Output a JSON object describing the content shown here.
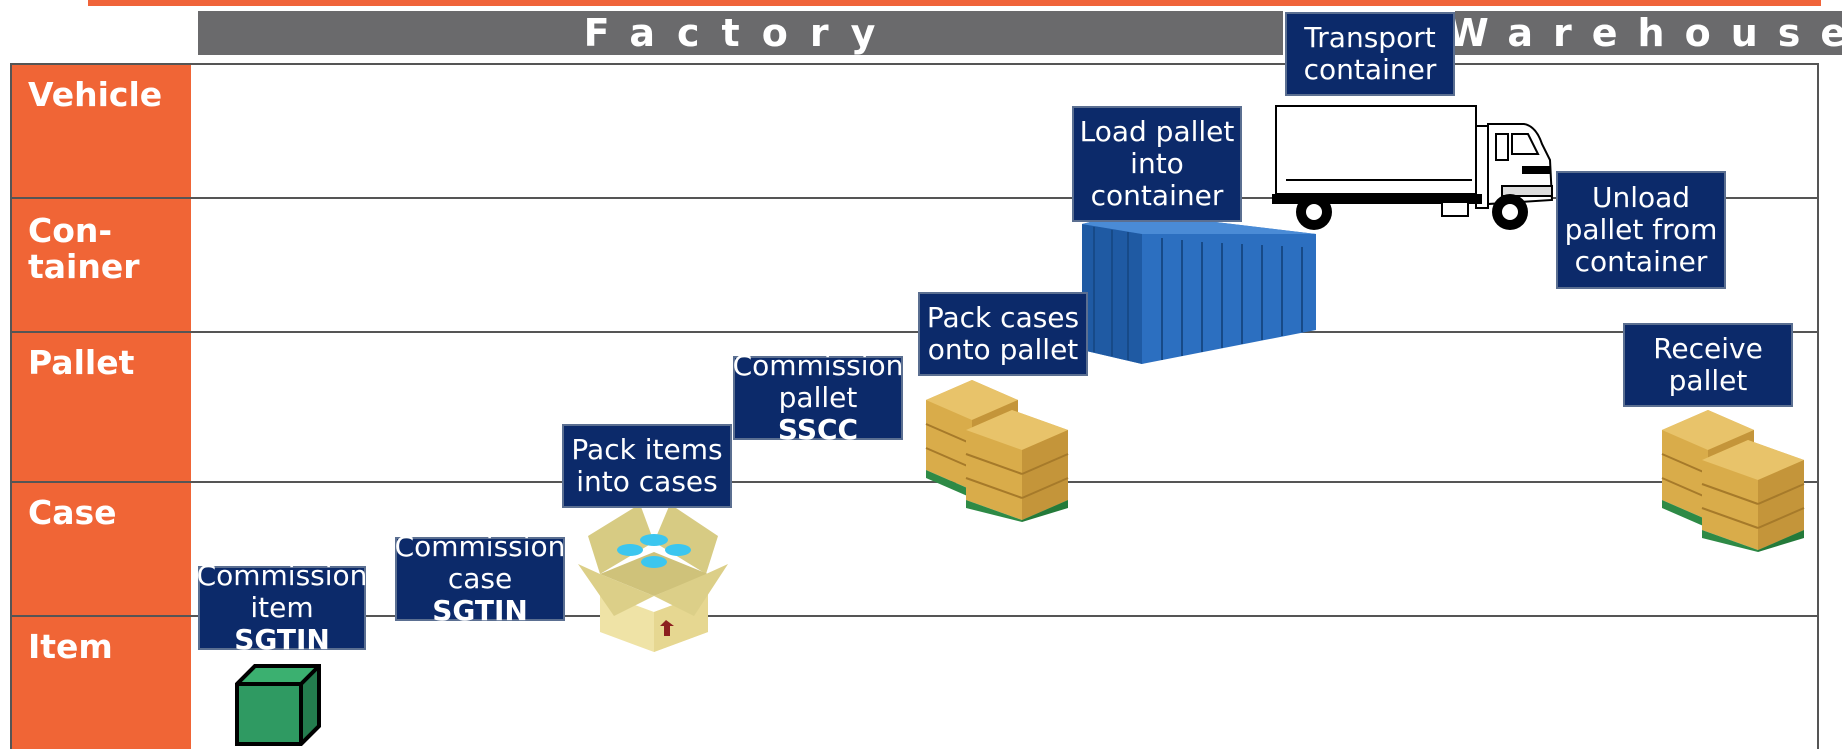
{
  "headers": {
    "factory": "Factory",
    "warehouse": "Warehouse"
  },
  "lanes": [
    {
      "label": "Vehicle"
    },
    {
      "label": "Con-\ntainer"
    },
    {
      "label": "Pallet"
    },
    {
      "label": "Case"
    },
    {
      "label": "Item"
    }
  ],
  "steps": {
    "commission_item": {
      "line1": "Commission",
      "line2_prefix": "item ",
      "line2_bold": "SGTIN"
    },
    "commission_case": {
      "line1": "Commission",
      "line2_prefix": "case ",
      "line2_bold": "SGTIN"
    },
    "pack_items": {
      "line1": "Pack items",
      "line2": "into cases"
    },
    "commission_pallet": {
      "line1": "Commission",
      "line2_prefix": "pallet ",
      "line2_bold": "SSCC"
    },
    "pack_cases": {
      "line1": "Pack cases",
      "line2": "onto pallet"
    },
    "load_pallet": {
      "line1": "Load pallet",
      "line2": "into",
      "line3": "container"
    },
    "transport_container": {
      "line1": "Transport",
      "line2": "container"
    },
    "unload_pallet": {
      "line1": "Unload",
      "line2": "pallet from",
      "line3": "container"
    },
    "receive_pallet": {
      "line1": "Receive",
      "line2": "pallet"
    }
  },
  "icons": {
    "item": "green-cube-icon",
    "case": "open-box-icon",
    "pallet": "pallet-of-boxes-icon",
    "container": "shipping-container-icon",
    "vehicle": "truck-icon"
  },
  "colors": {
    "accent_orange": "#f06536",
    "header_gray": "#6a6a6c",
    "step_navy": "#0c2a6a"
  }
}
